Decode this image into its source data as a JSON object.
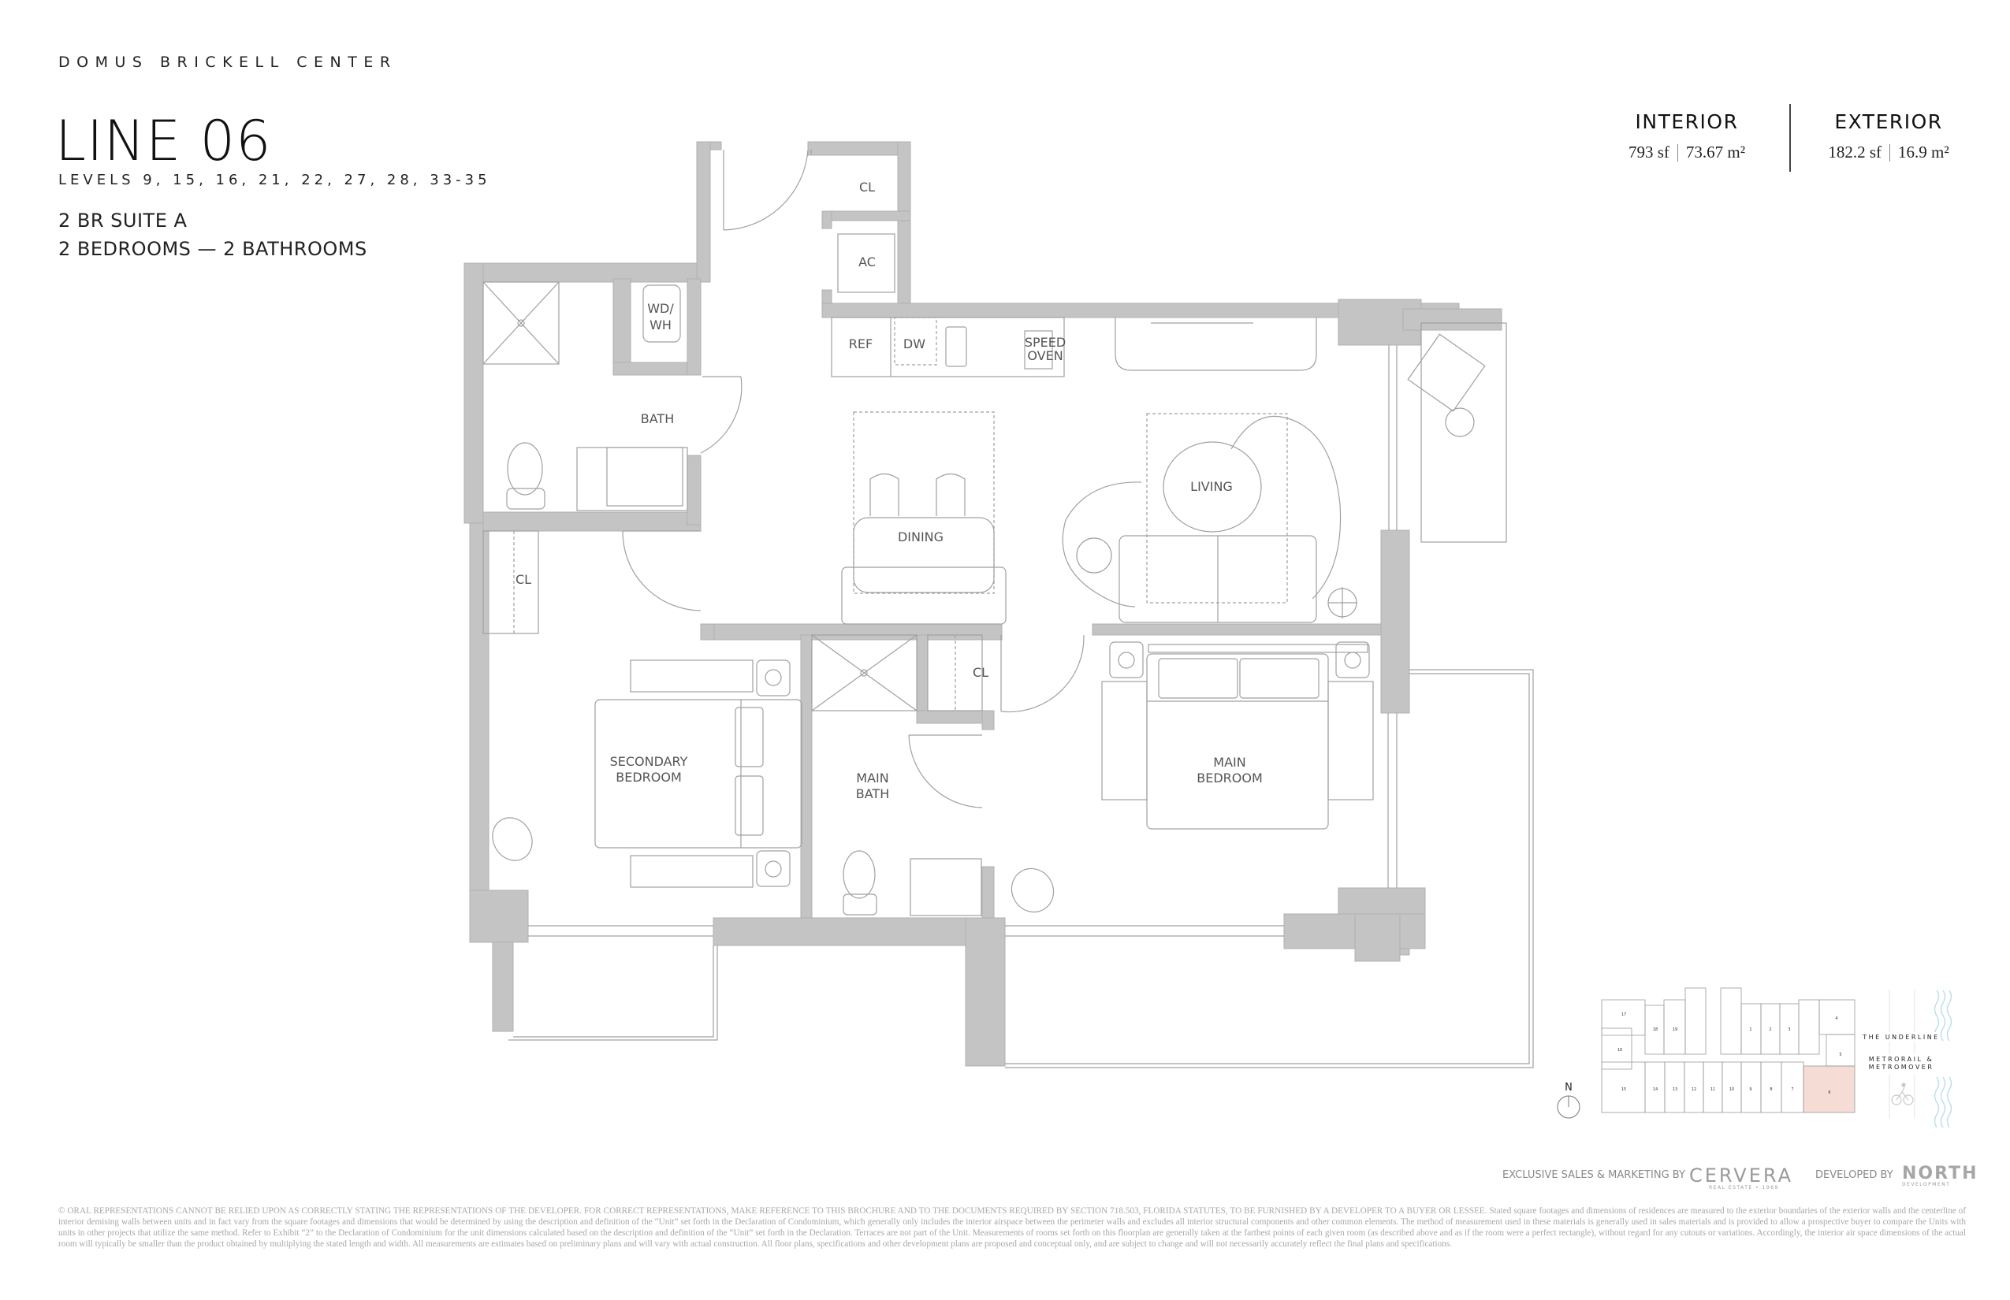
{
  "header": {
    "brand": "DOMUS BRICKELL CENTER",
    "title": "LINE 06",
    "levels": "LEVELS 9, 15, 16, 21, 22, 27, 28, 33-35",
    "suite": "2 BR SUITE A",
    "rooms": "2 BEDROOMS — 2 BATHROOMS"
  },
  "areas": {
    "interior": {
      "label": "INTERIOR",
      "sf": "793 sf",
      "m2": "73.67 m²"
    },
    "exterior": {
      "label": "EXTERIOR",
      "sf": "182.2 sf",
      "m2": "16.9 m²"
    }
  },
  "floorplan": {
    "wall_color": "#c4c4c4",
    "line_color": "#a0a0a0",
    "labels": {
      "cl_entry": "CL",
      "ac": "AC",
      "wd": "WD/",
      "wh": "WH",
      "ref": "REF",
      "dw": "DW",
      "speed": "SPEED",
      "oven": "OVEN",
      "bath": "BATH",
      "dining": "DINING",
      "living": "LIVING",
      "cl_hall": "CL",
      "cl_main": "CL",
      "secondary1": "SECONDARY",
      "secondary2": "BEDROOM",
      "mainbath1": "MAIN",
      "mainbath2": "BATH",
      "mainbed1": "MAIN",
      "mainbed2": "BEDROOM"
    }
  },
  "keyplan": {
    "north": "N",
    "highlight_color": "#f5ddd6",
    "water_color": "#bfe0e8",
    "units": [
      "17",
      "18",
      "19",
      "1",
      "2",
      "3",
      "4",
      "16",
      "5",
      "15",
      "14",
      "13",
      "12",
      "11",
      "10",
      "9",
      "8",
      "7",
      "6"
    ],
    "highlighted_unit": "6",
    "underline": "THE UNDERLINE",
    "metro1": "METRORAIL &",
    "metro2": "METROMOVER"
  },
  "footer": {
    "sales_label": "EXCLUSIVE SALES & MARKETING BY",
    "cervera": "CERVERA",
    "cervera_sub": "REAL ESTATE • 1969",
    "developed_label": "DEVELOPED BY",
    "north": "NORTH",
    "north_sub": "DEVELOPMENT",
    "disclaimer": "© ORAL REPRESENTATIONS CANNOT BE RELIED UPON AS CORRECTLY STATING THE REPRESENTATIONS OF THE DEVELOPER. FOR CORRECT REPRESENTATIONS, MAKE REFERENCE TO THIS BROCHURE AND TO THE DOCUMENTS REQUIRED BY SECTION 718.503, FLORIDA STATUTES, TO BE FURNISHED BY A DEVELOPER TO A BUYER OR LESSEE. Stated square footages and dimensions of residences are measured to the exterior boundaries of the exterior walls and the centerline of interior demising walls between units and in fact vary from the square footages and dimensions that would be determined by using the description and definition of the “Unit” set forth in the Declaration of Condominium, which generally only includes the interior airspace between the perimeter walls and excludes all interior structural components and other common elements. The method of measurement used in these materials is generally used in sales materials and is provided to allow a prospective buyer to compare the Units with units in other projects that utilize the same method. Refer to Exhibit “2” to the Declaration of Condominium for the unit dimensions calculated based on the description and definition of the “Unit” set forth in the Declaration. Terraces are not part of the Unit. Measurements of rooms set forth on this floorplan are generally taken at the farthest points of each given room (as described above and as if the room were a perfect rectangle), without regard for any cutouts or variations. Accordingly, the interior air space dimensions of the actual room will typically be smaller than the product obtained by multiplying the stated length and width. All measurements are estimates based on preliminary plans and will vary with actual construction. All floor plans, specifications and other development plans are proposed and conceptual only, and are subject to change and will not necessarily accurately reflect the final plans and specifications."
  }
}
